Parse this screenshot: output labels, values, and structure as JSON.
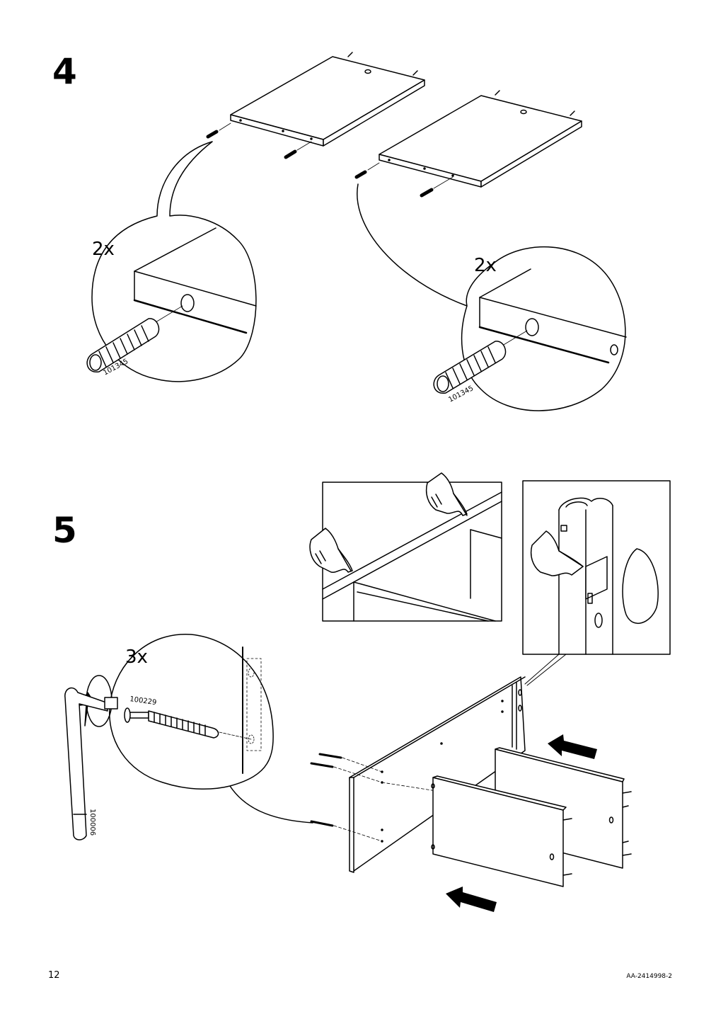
{
  "steps": [
    {
      "number": "4",
      "callouts": [
        {
          "quantity": "2x",
          "part_number": "101345"
        },
        {
          "quantity": "2x",
          "part_number": "101345"
        }
      ]
    },
    {
      "number": "5",
      "callout": {
        "quantity": "3x",
        "part_number": "100229",
        "tool_number": "100006"
      }
    }
  ],
  "footer": {
    "page_number": "12",
    "document_code": "AA-2414998-2"
  }
}
